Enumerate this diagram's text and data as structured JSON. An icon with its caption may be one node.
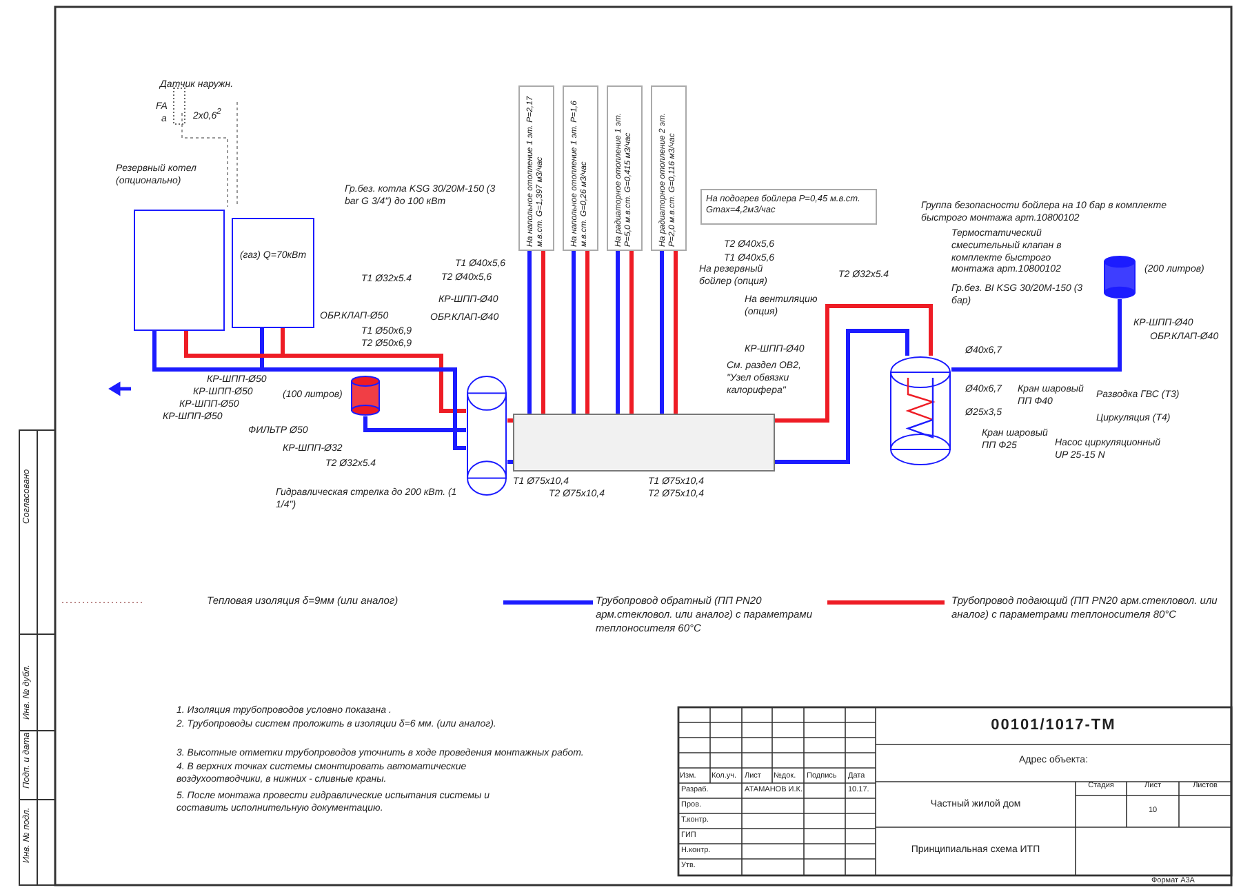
{
  "diagram": {
    "nodes": [
      {
        "text": [
          "Резервный котел (опционально)"
        ]
      },
      {
        "text": [
          "(газ) Q=70кВт"
        ]
      },
      {
        "text": [],
        "shape": "cylinder",
        "beside": [
          "Гидравлическая стрелка до 200 кВт. (1 1/4\")"
        ]
      },
      {
        "text": [],
        "shape": "cylinder",
        "beside": [
          "(100 литров)"
        ]
      },
      {
        "text": [],
        "shape": "bar"
      },
      {
        "text": [
          "На напольное отопление 1 эт. P=2,17 м.в.ст. G=1,397 м3/час"
        ]
      },
      {
        "text": [
          "На напольное отопление 1 эт. P=1,6 м.в.ст. G=0,26 м3/час"
        ]
      },
      {
        "text": [
          "На радиаторное отопление 1 эт. P=5,0 м.в.ст. G=0,415 м3/час"
        ]
      },
      {
        "text": [
          "На радиаторное отопление 2 эт. P=2,0 м.в.ст. G=0,116 м3/час"
        ]
      },
      {
        "text": [
          "На подогрев бойлера P=0,45 м.в.ст. Gmax=4,2м3/час"
        ]
      },
      {
        "text": [],
        "shape": "cylinder"
      },
      {
        "text": [],
        "shape": "cylinder",
        "beside": [
          "(200 литров)"
        ]
      }
    ],
    "edges": [
      {
        "from": 1,
        "to": 2,
        "arrow": "none",
        "color": "#ee1c25"
      },
      {
        "from": 2,
        "to": 1,
        "arrow": "none",
        "color": "#1c1cff"
      },
      {
        "from": 0,
        "to": 2,
        "arrow": "none",
        "color": "#ee1c25"
      },
      {
        "from": 2,
        "to": 0,
        "arrow": "none",
        "color": "#1c1cff"
      },
      {
        "from": 3,
        "to": 2,
        "arrow": "none",
        "color": "#1c1cff"
      },
      {
        "from": 2,
        "to": 4,
        "arrow": "none",
        "color": "#ee1c25"
      },
      {
        "from": 4,
        "to": 2,
        "arrow": "none",
        "color": "#1c1cff"
      },
      {
        "from": 4,
        "to": 5,
        "arrow": "none",
        "color": "#ee1c25"
      },
      {
        "from": 5,
        "to": 4,
        "arrow": "none",
        "color": "#1c1cff"
      },
      {
        "from": 4,
        "to": 6,
        "arrow": "none",
        "color": "#ee1c25"
      },
      {
        "from": 6,
        "to": 4,
        "arrow": "none",
        "color": "#1c1cff"
      },
      {
        "from": 4,
        "to": 7,
        "arrow": "none",
        "color": "#ee1c25"
      },
      {
        "from": 7,
        "to": 4,
        "arrow": "none",
        "color": "#1c1cff"
      },
      {
        "from": 4,
        "to": 8,
        "arrow": "none",
        "color": "#ee1c25"
      },
      {
        "from": 8,
        "to": 4,
        "arrow": "none",
        "color": "#1c1cff"
      },
      {
        "from": 4,
        "to": 10,
        "arrow": "none",
        "color": "#ee1c25"
      },
      {
        "from": 10,
        "to": 4,
        "arrow": "none",
        "color": "#1c1cff"
      },
      {
        "from": 11,
        "to": 10,
        "arrow": "none",
        "color": "#1c1cff"
      }
    ],
    "labels": [
      "Датчик наружн.",
      "FA",
      "а",
      "2x0,6$^{2}$",
      "Гр.без. котла KSG 30/20M-150 (3 bar G 3/4\") до 100 кВт",
      "T1 Ø32x5.4",
      "ОБР.КЛАП-Ø50",
      "T1 Ø50x6,9",
      "T2 Ø50x6,9",
      "КР-ШПП-Ø50",
      "КР-ШПП-Ø50",
      "КР-ШПП-Ø50",
      "КР-ШПП-Ø50",
      "ФИЛЬТР Ø50",
      "КР-ШПП-Ø32",
      "T2 Ø32x5.4",
      "T1 Ø40x5,6",
      "T2 Ø40x5,6",
      "КР-ШПП-Ø40",
      "ОБР.КЛАП-Ø40",
      "T1 Ø75x10,4",
      "T2 Ø75x10,4",
      "T1 Ø75x10,4",
      "T2 Ø75x10,4",
      "T2 Ø40x5,6",
      "T1 Ø40x5,6",
      "На резервный бойлер (опция)",
      "На вентиляцию (опция)",
      "КР-ШПП-Ø40",
      "См. раздел ОВ2, \"Узел обвязки калорифера\"",
      "T2 Ø32x5.4",
      "Группа безопасности бойлера на 10 бар в комплекте быстрого монтажа арт.10800102",
      "Термостатический смесительный клапан в комплекте быстрого монтажа арт.10800102",
      "Гр.без. ВI KSG 30/20M-150 (3 бар)",
      "КР-ШПП-Ø40",
      "ОБР.КЛАП-Ø40",
      "Ø40x6,7",
      "Ø40x6,7",
      "Кран шаровый ПП Ф40",
      "Разводка ГВС (Т3)",
      "Ø25x3,5",
      "Кран шаровый ПП Ф25",
      "Циркуляция (Т4)",
      "Насос циркуляционный UP 25-15 N",
      "1. Изоляция трубопроводов условно показана .",
      "2. Трубопроводы систем проложить в изоляции δ=6 мм. (или аналог).",
      "3. Высотные отметки трубопроводов уточнить в ходе проведения монтажных работ.",
      "4. В верхних точках системы смонтировать автоматические воздухоотводчики, в нижних - сливные краны.",
      "5. После монтажа провести гидравлические испытания системы и составить исполнительную документацию.",
      "00101/1017-ТМ",
      "Адрес объекта:",
      "Изм.",
      "Кол.уч.",
      "Лист",
      "№док.",
      "Подпись",
      "Дата",
      "Разраб.",
      "АТАМАНОВ И.К.",
      "10.17.",
      "Пров.",
      "Т.контр.",
      "ГИП",
      "Н.контр.",
      "Утв.",
      "Частный жилой дом",
      "Стадия",
      "Лист",
      "Листов",
      "10",
      "Принципиальная схема ИТП",
      "Формат А3А",
      "Согласовано",
      "Инв. № дубл.",
      "Подп. и дата",
      "Инв. № подл."
    ],
    "legend": [
      {
        "text": "Тепловая изоляция δ=9мм (или аналог)"
      },
      {
        "text": "Трубопровод обратный (ПП PN20 арм.стекловол. или аналог) с параметрами теплоносителя 60°C",
        "color": "#1c1cff"
      },
      {
        "text": "Трубопровод подающий (ПП PN20 арм.стекловол. или аналог) с параметрами теплоносителя 80°C",
        "color": "#ee1c25"
      }
    ]
  }
}
